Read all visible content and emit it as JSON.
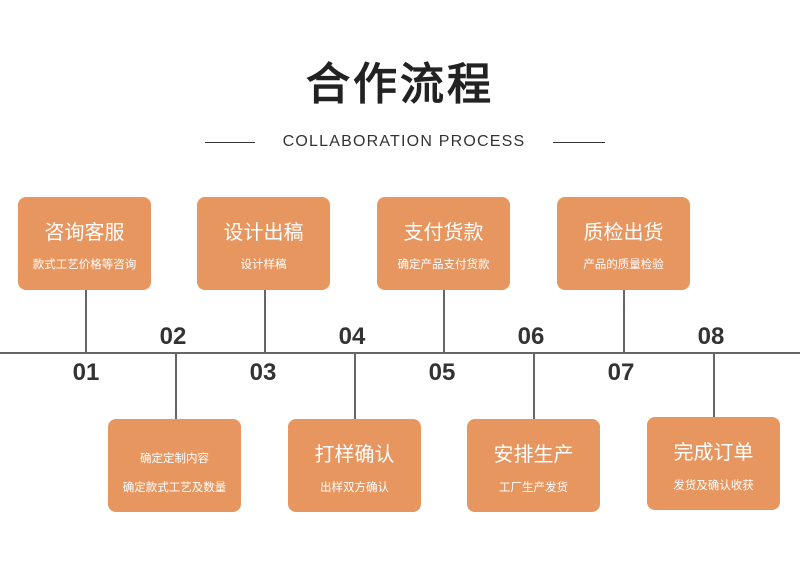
{
  "header": {
    "title": "合作流程",
    "subtitle": "COLLABORATION PROCESS"
  },
  "colors": {
    "box": "#e8965f",
    "line": "#666666",
    "text": "#222222"
  },
  "steps": [
    {
      "num": "01",
      "title": "咨询客服",
      "desc": "款式工艺价格等咨询"
    },
    {
      "num": "02",
      "title": "",
      "desc": "确定定制内容",
      "desc2": "确定款式工艺及数量"
    },
    {
      "num": "03",
      "title": "设计出稿",
      "desc": "设计样稿"
    },
    {
      "num": "04",
      "title": "打样确认",
      "desc": "出样双方确认"
    },
    {
      "num": "05",
      "title": "支付货款",
      "desc": "确定产品支付货款"
    },
    {
      "num": "06",
      "title": "安排生产",
      "desc": "工厂生产发货"
    },
    {
      "num": "07",
      "title": "质检出货",
      "desc": "产品的质量检验"
    },
    {
      "num": "08",
      "title": "完成订单",
      "desc": "发货及确认收获"
    }
  ]
}
